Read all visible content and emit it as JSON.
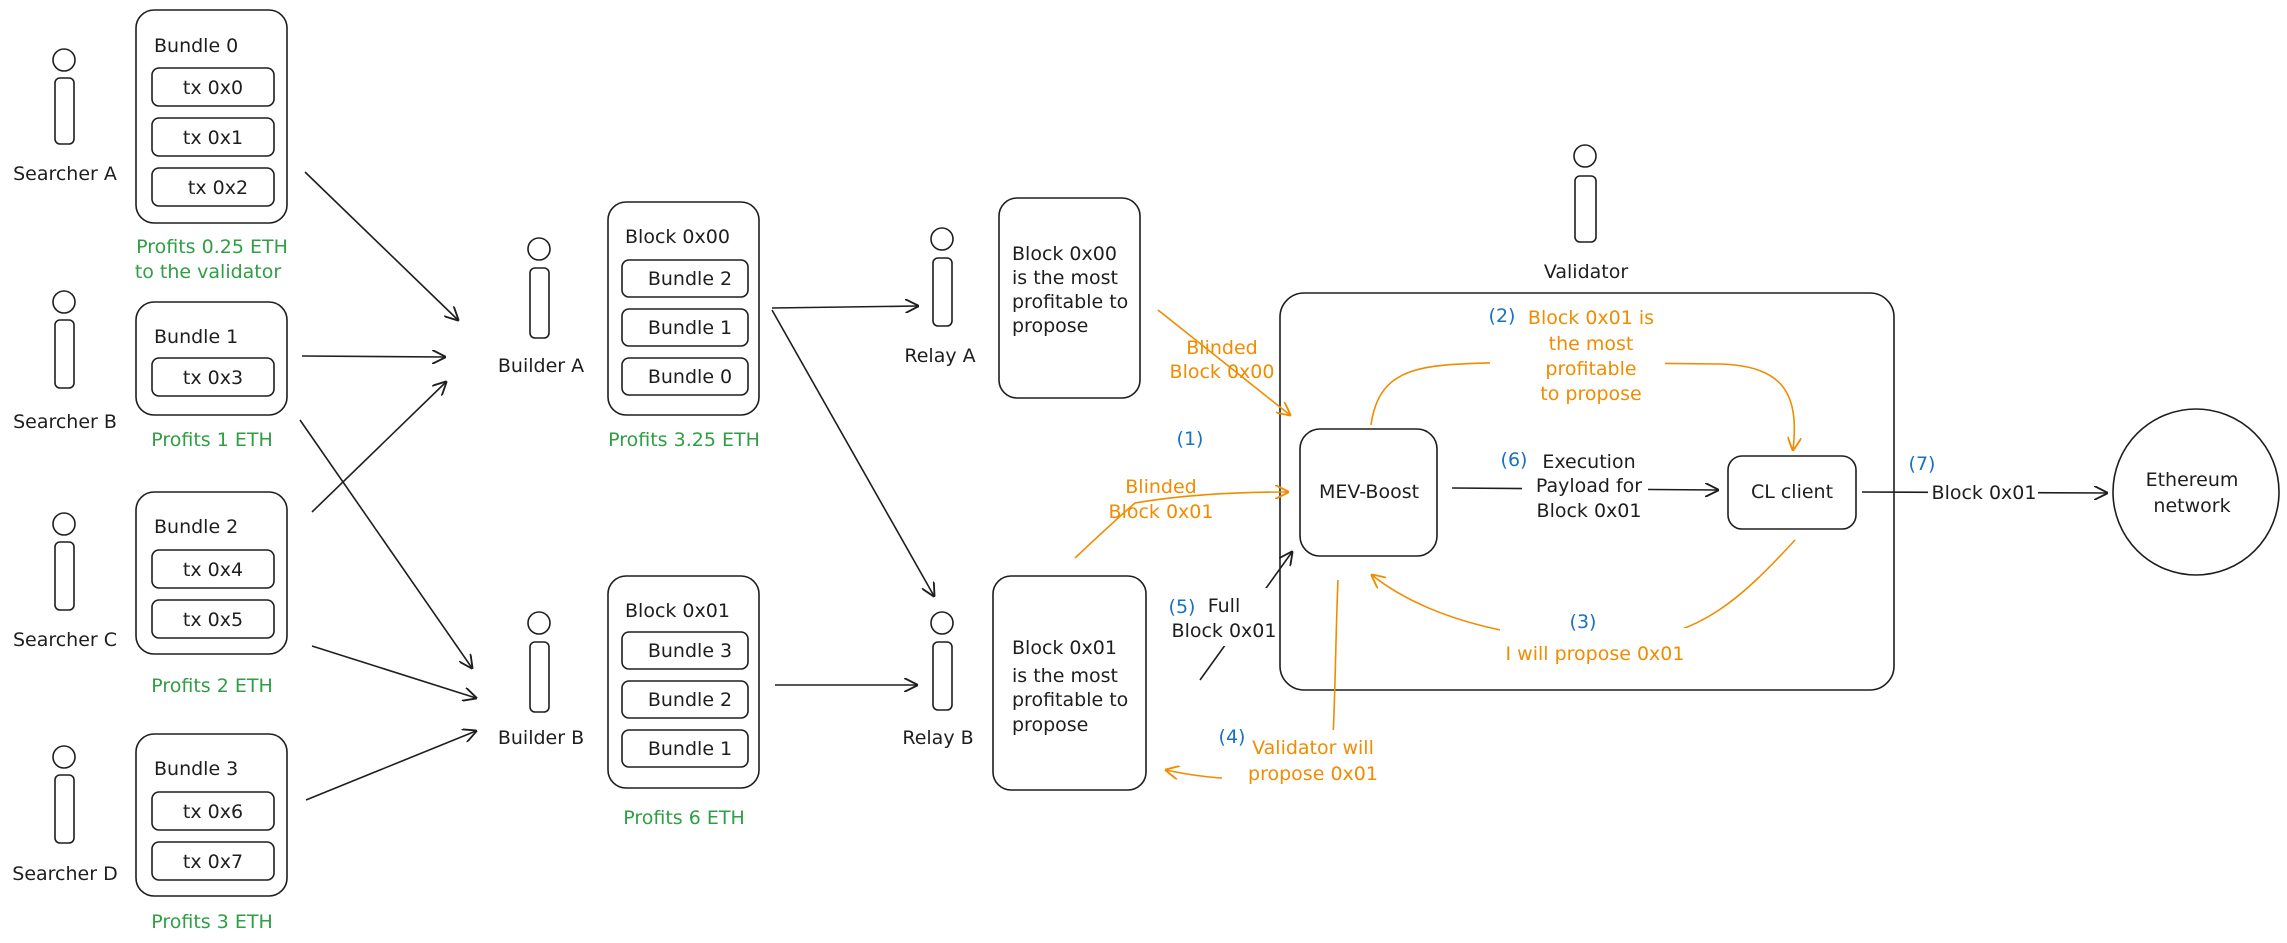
{
  "colors": {
    "stroke": "#1e1e1e",
    "profit_text": "#2f9e44",
    "blinded_flow": "#f08c00",
    "step_number": "#1971c2",
    "background": "#ffffff"
  },
  "searchers": [
    {
      "name": "Searcher A",
      "bundle": "Bundle 0",
      "txs": [
        "tx 0x0",
        "tx 0x1",
        "tx 0x2"
      ],
      "profit_lines": [
        "Profits 0.25 ETH",
        "to the validator"
      ]
    },
    {
      "name": "Searcher B",
      "bundle": "Bundle 1",
      "txs": [
        "tx 0x3"
      ],
      "profit_lines": [
        "Profits 1 ETH"
      ]
    },
    {
      "name": "Searcher C",
      "bundle": "Bundle 2",
      "txs": [
        "tx 0x4",
        "tx 0x5"
      ],
      "profit_lines": [
        "Profits 2 ETH"
      ]
    },
    {
      "name": "Searcher D",
      "bundle": "Bundle 3",
      "txs": [
        "tx 0x6",
        "tx 0x7"
      ],
      "profit_lines": [
        "Profits 3 ETH"
      ]
    }
  ],
  "builders": [
    {
      "name": "Builder A",
      "block": "Block 0x00",
      "bundles": [
        "Bundle 2",
        "Bundle 1",
        "Bundle 0"
      ],
      "profit": "Profits 3.25 ETH"
    },
    {
      "name": "Builder B",
      "block": "Block 0x01",
      "bundles": [
        "Bundle 3",
        "Bundle 2",
        "Bundle 1"
      ],
      "profit": "Profits 6 ETH"
    }
  ],
  "relays": [
    {
      "name": "Relay A",
      "note_lines": [
        "Block 0x00",
        "is the most",
        "profitable to",
        "propose"
      ]
    },
    {
      "name": "Relay B",
      "note_lines": [
        "Block 0x01",
        "is the most",
        "profitable to",
        "propose"
      ]
    }
  ],
  "validator": {
    "name": "Validator",
    "mev_boost": "MEV-Boost",
    "cl_client": "CL client"
  },
  "ethereum": {
    "lines": [
      "Ethereum",
      "network"
    ]
  },
  "flows": {
    "blinded_a": [
      "Blinded",
      "Block 0x00"
    ],
    "step1_num": "(1)",
    "blinded_b": [
      "Blinded",
      "Block 0x01"
    ],
    "step2_num": "(2)",
    "step2_lines": [
      "Block 0x01 is",
      "the most",
      "profitable",
      "to propose"
    ],
    "step3_num": "(3)",
    "step3_text": "I will propose 0x01",
    "step4_num": "(4)",
    "step4_lines": [
      "Validator will",
      "propose 0x01"
    ],
    "step5_num": "(5)",
    "step5_lines": [
      "Full",
      "Block 0x01"
    ],
    "step6_num": "(6)",
    "step6_lines": [
      "Execution",
      "Payload for",
      "Block 0x01"
    ],
    "step7_num": "(7)",
    "step7_text": "Block 0x01"
  }
}
